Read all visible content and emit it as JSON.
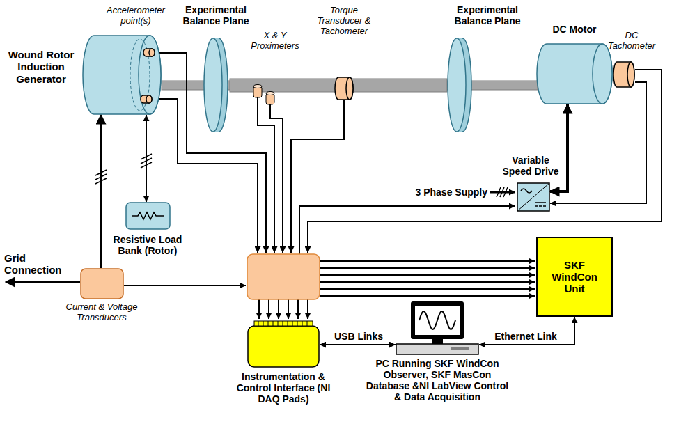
{
  "diagram": {
    "nodes": [
      {
        "text": [
          "Wound Rotor Induction Generator"
        ]
      },
      {
        "text": [
          "Experimental Balance Plane"
        ]
      },
      {
        "text": [
          "X & Y Proximeters"
        ]
      },
      {
        "text": [
          "Torque Transducer & Tachometer"
        ]
      },
      {
        "text": [
          "Experimental Balance Plane"
        ]
      },
      {
        "text": [
          "DC Motor"
        ]
      },
      {
        "text": [
          "DC Tachometer"
        ]
      },
      {
        "text": [
          "Variable Speed Drive"
        ]
      },
      {
        "text": [
          "Resistive Load Bank (Rotor)"
        ]
      },
      {
        "text": [
          "Current & Voltage Transducers"
        ]
      },
      {
        "text": [
          "Instrumentation & Control Interface (NI DAQ Pads)"
        ]
      },
      {
        "text": [
          "PC Running SKF WindCon Observer, SKF MasCon Database &NI LabView Control & Data Acquisition"
        ]
      },
      {
        "text": [
          "SKF WindCon Unit"
        ]
      }
    ],
    "edges": [
      {
        "from": 0,
        "to": 8,
        "arrow": "both"
      },
      {
        "from": 9,
        "to": 0,
        "arrow": "to"
      },
      {
        "from": 5,
        "to": 7,
        "arrow": "both"
      },
      {
        "from": 6,
        "to": 7,
        "arrow": "to"
      },
      {
        "from": 10,
        "to": 11,
        "label": "USB Links",
        "arrow": "both"
      },
      {
        "from": 11,
        "to": 12,
        "label": "Ethernet Link",
        "arrow": "both"
      }
    ],
    "labels": [
      "Accelerometer point(s)",
      "Grid Connection",
      "3 Phase Supply"
    ]
  }
}
